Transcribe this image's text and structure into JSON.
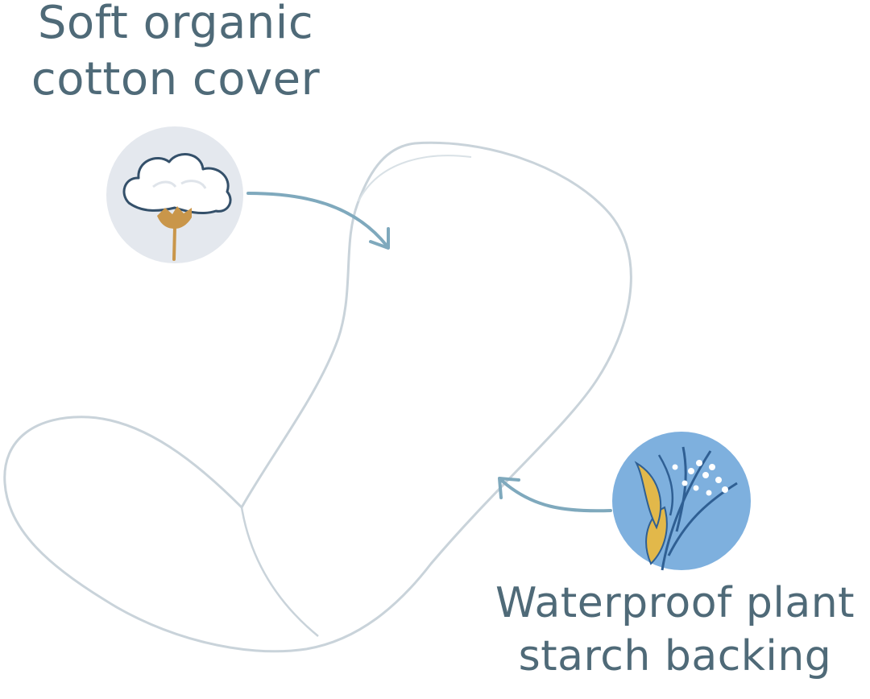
{
  "annotations": {
    "top": {
      "lines": [
        "Soft organic",
        "cotton cover"
      ],
      "icon": "cotton-boll-icon"
    },
    "bottom": {
      "lines": [
        "Waterproof plant",
        "starch backing"
      ],
      "icon": "plant-wheat-icon"
    }
  },
  "colors": {
    "text": "#4f6a78",
    "pad_outline": "#c9d3da",
    "arrow": "#7fa9bd",
    "cotton_circle": "#e4e8ee",
    "cotton_stem": "#c9964a",
    "plant_circle": "#7eb0de",
    "plant_leaf": "#e2b84a",
    "plant_stem": "#2f5f93"
  }
}
